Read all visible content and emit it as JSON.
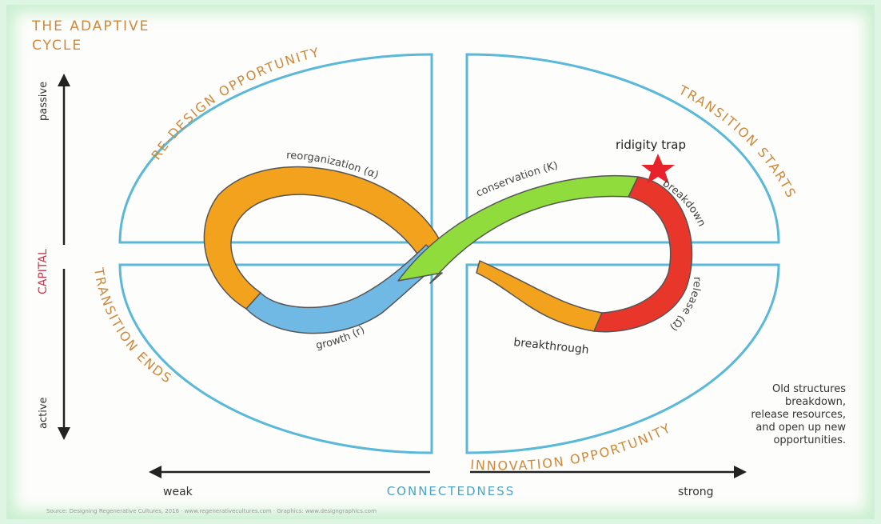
{
  "title_line1": "THE ADAPTIVE",
  "title_line2": "CYCLE",
  "quadrants": {
    "top_left": "RE-DESIGN OPPORTUNITY",
    "top_right": "TRANSITION STARTS",
    "bottom_left": "TRANSITION ENDS",
    "bottom_right": "INNOVATION OPPORTUNITY"
  },
  "phases": {
    "reorganization": "reorganization (α)",
    "conservation": "conservation (K)",
    "breakdown": "breakdown",
    "release": "release (Ω)",
    "growth": "growth (r)",
    "breakthrough": "breakthrough"
  },
  "rigidity_trap": "ridigity trap",
  "axes": {
    "y_label": "CAPITAL",
    "y_top": "passive",
    "y_bottom": "active",
    "x_label": "CONNECTEDNESS",
    "x_left": "weak",
    "x_right": "strong"
  },
  "note_lines": [
    "Old structures",
    "breakdown,",
    "release resources,",
    "and open up new",
    "opportunities."
  ],
  "source": "Source: Designing Regenerative Cultures, 2016 · www.regenerativecultures.com · Graphics: www.designgraphics.com",
  "colors": {
    "frame": "#5ab8d8",
    "quadrant_label": "#d0893a",
    "axis_label": "#c0394f",
    "orange_band": "#f3a21e",
    "green_band": "#8fdc3c",
    "red_band": "#e8362a",
    "blue_band": "#6fb9e4"
  }
}
